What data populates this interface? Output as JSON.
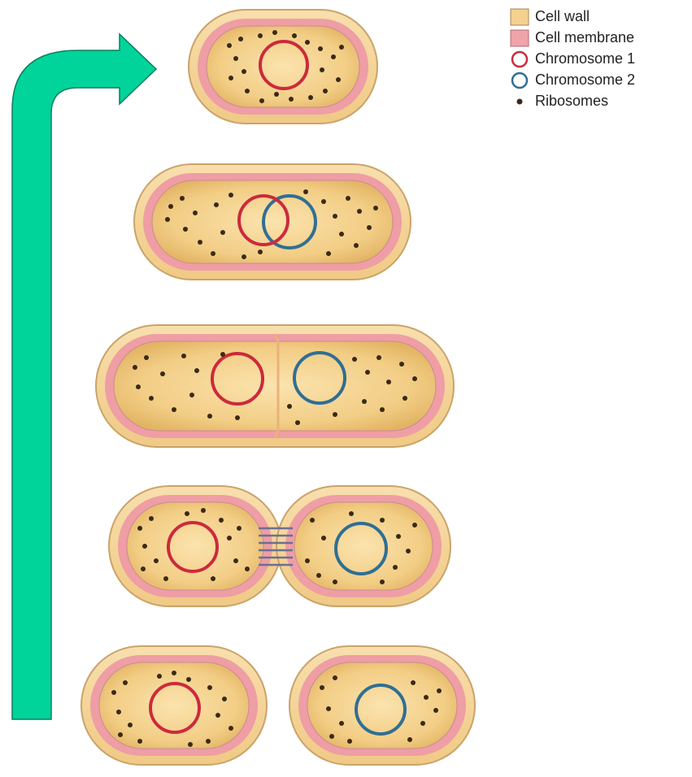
{
  "legend": {
    "items": [
      {
        "label": "Cell wall",
        "kind": "box",
        "fill": "#f5d08f",
        "stroke": "#a98650",
        "icon": "cell-wall-swatch"
      },
      {
        "label": "Cell membrane",
        "kind": "box",
        "fill": "#f0a3a8",
        "stroke": "#b06a72",
        "icon": "cell-membrane-swatch"
      },
      {
        "label": "Chromosome 1",
        "kind": "ring",
        "stroke": "#cc2a3c",
        "icon": "chromosome-1-ring"
      },
      {
        "label": "Chromosome 2",
        "kind": "ring",
        "stroke": "#2f6f93",
        "icon": "chromosome-2-ring"
      },
      {
        "label": "Ribosomes",
        "kind": "dot",
        "fill": "#3a2a14",
        "icon": "ribosome-dot"
      }
    ]
  },
  "colors": {
    "arrow": "#00d49a",
    "arrow_edge": "#0a7e5c",
    "cell_wall": "#f5d08f",
    "cell_wall_edge": "#c9a469",
    "membrane": "#ee9ea4",
    "cytoplasm": "#e9c06f",
    "chromosome_1": "#cc2a3c",
    "chromosome_2": "#2f6f93",
    "ribosome": "#3a2a14",
    "septum_bridge": "#6b7090"
  }
}
